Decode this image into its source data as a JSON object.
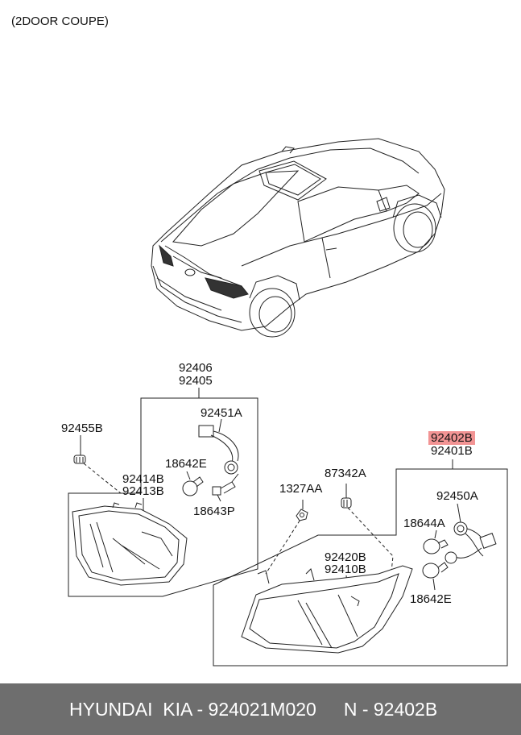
{
  "header": {
    "variant": "(2DOOR COUPE)"
  },
  "callouts": {
    "p92406": "92406",
    "p92405": "92405",
    "p92451A": "92451A",
    "p92455B": "92455B",
    "p18642E_a": "18642E",
    "p92414B": "92414B",
    "p92413B": "92413B",
    "p18643P": "18643P",
    "p92402B": "92402B",
    "p92401B": "92401B",
    "p87342A": "87342A",
    "p1327AA": "1327AA",
    "p92450A": "92450A",
    "p18644A": "18644A",
    "p92420B": "92420B",
    "p92410B": "92410B",
    "p18642E_b": "18642E"
  },
  "highlight_color": "#f29494",
  "footer": {
    "brand": "HYUNDAI  KIA - 924021M020",
    "ref": "N - 92402B",
    "background": "#6e6e6e"
  }
}
